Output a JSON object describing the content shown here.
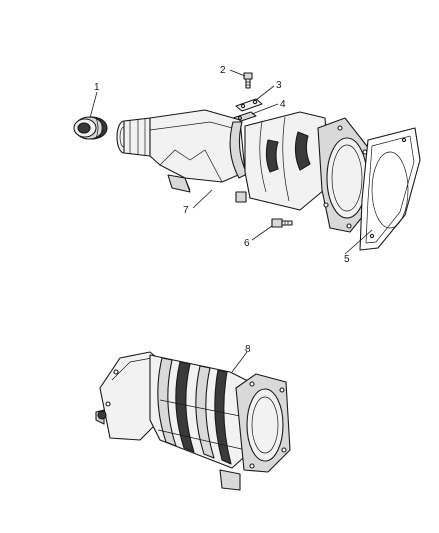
{
  "diagram": {
    "callouts": {
      "c1": "1",
      "c2": "2",
      "c3": "3",
      "c4": "4",
      "c5": "5",
      "c6": "6",
      "c7": "7",
      "c8": "8"
    },
    "colors": {
      "ink": "#1a1a1a",
      "light_fill": "#f2f2f2",
      "mid_fill": "#d9d9d9",
      "dark_fill": "#3a3a3a"
    }
  }
}
